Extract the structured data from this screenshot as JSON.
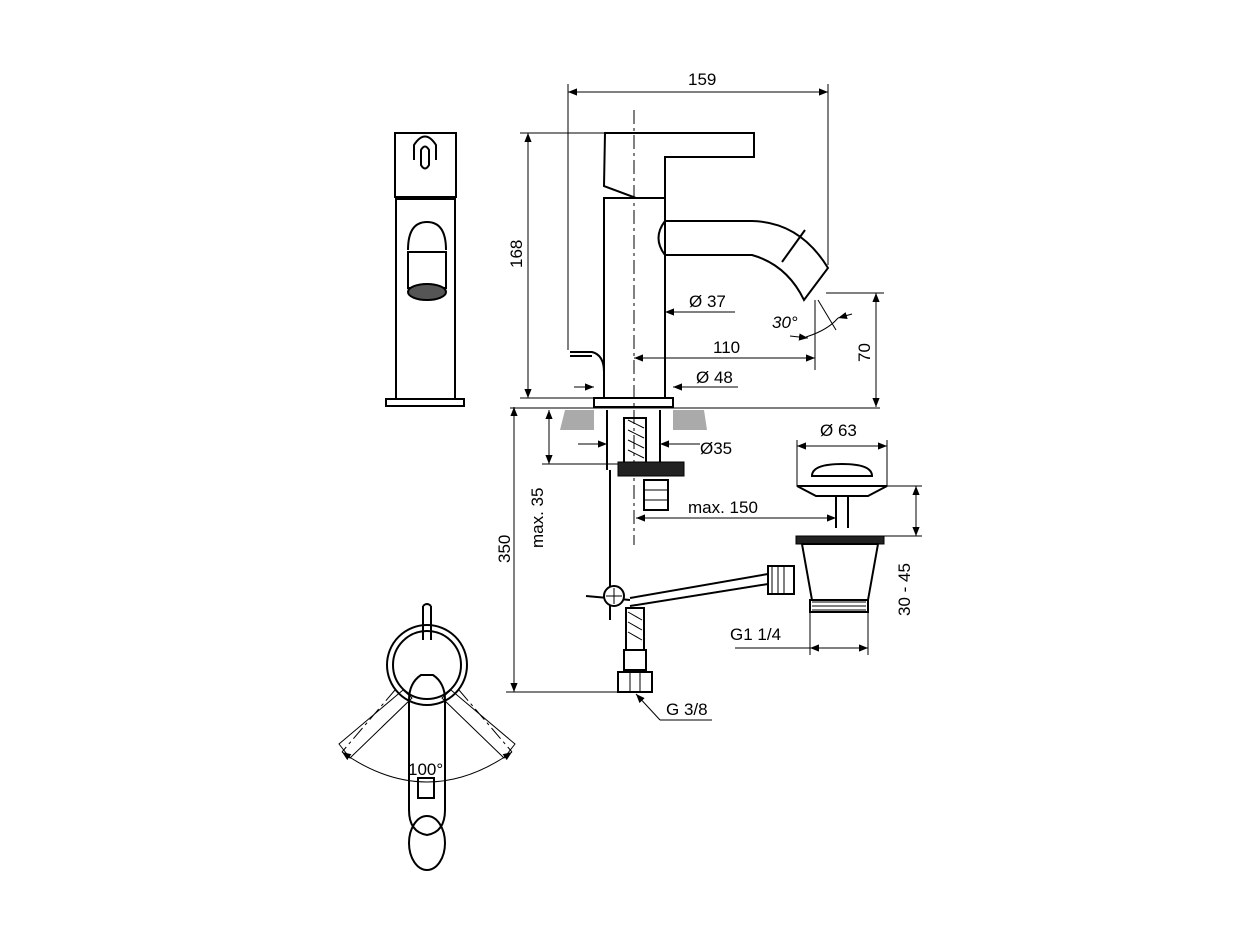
{
  "dimensions": {
    "overall_width": "159",
    "overall_height": "168",
    "body_diameter": "Ø 37",
    "spout_reach": "110",
    "spout_angle": "30°",
    "spout_height": "70",
    "base_diameter": "Ø 48",
    "hole_diameter": "Ø35",
    "waste_diameter": "Ø 63",
    "max_deck_thickness": "max. 35",
    "max_rod_length": "max. 150",
    "hose_length": "350",
    "waste_adjust": "30 - 45",
    "waste_thread": "G1 1/4",
    "hose_thread": "G 3/8",
    "lever_rotation": "100°"
  },
  "colors": {
    "line": "#000000",
    "deck": "#aaaaaa",
    "background": "#ffffff"
  }
}
